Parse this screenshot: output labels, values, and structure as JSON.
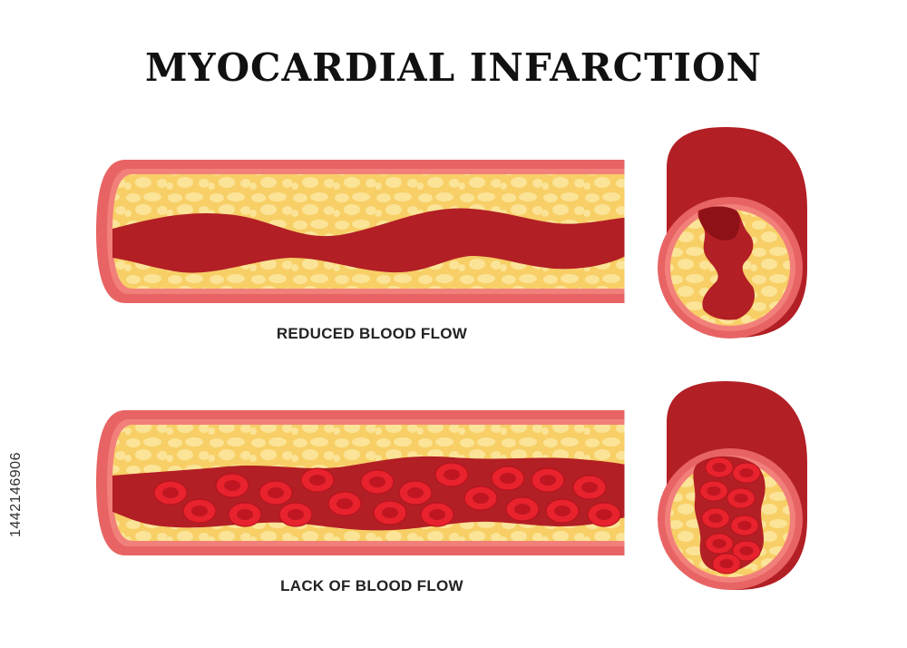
{
  "title": "MYOCARDIAL INFARCTION",
  "panels": [
    {
      "caption": "REDUCED BLOOD FLOW"
    },
    {
      "caption": "LACK OF BLOOD FLOW"
    }
  ],
  "stock_id": "1442146906",
  "colors": {
    "vessel_wall": "#e86464",
    "vessel_wall_dark": "#c43a3a",
    "plaque": "#f7cf66",
    "plaque_light": "#fbe497",
    "blood": "#b21f25",
    "blood_dark": "#8e1118",
    "red_cell": "#e8232e",
    "red_cell_center": "#c01622"
  }
}
